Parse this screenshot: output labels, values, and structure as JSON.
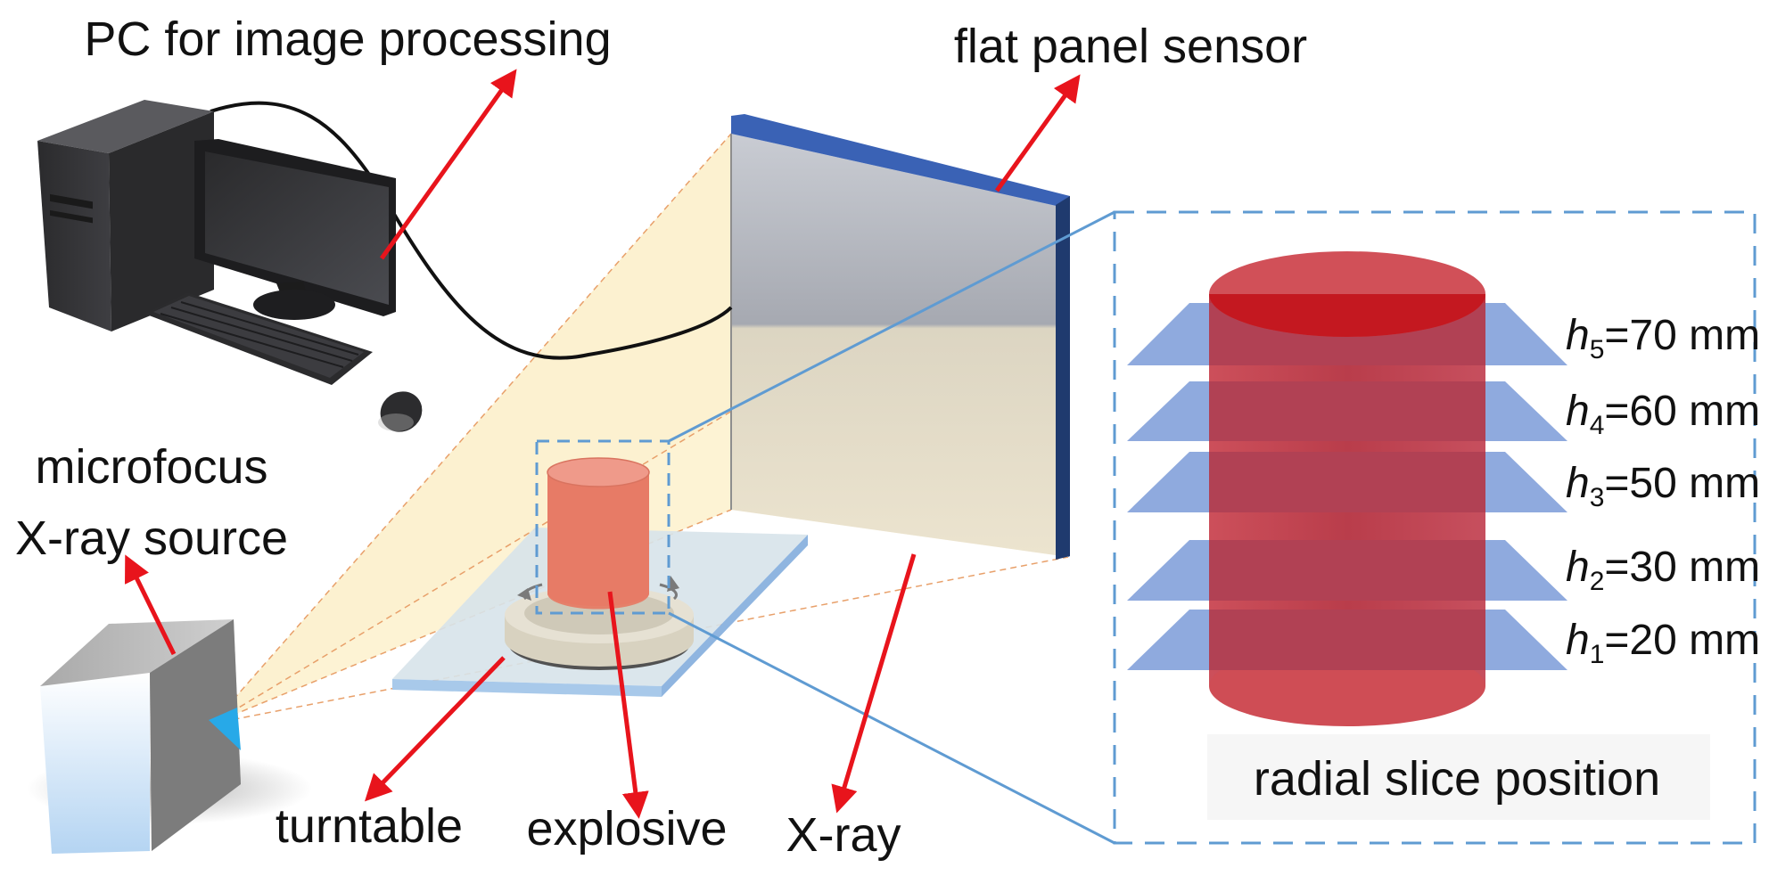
{
  "labels": {
    "pc": "PC for image processing",
    "sensor": "flat panel sensor",
    "source_line1": "microfocus",
    "source_line2": "X-ray source",
    "turntable": "turntable",
    "explosive": "explosive",
    "xray": "X-ray"
  },
  "inset": {
    "title": "radial slice position",
    "slices": [
      {
        "var": "h",
        "sub": "5",
        "rest": "=70 mm"
      },
      {
        "var": "h",
        "sub": "4",
        "rest": "=60 mm"
      },
      {
        "var": "h",
        "sub": "3",
        "rest": "=50 mm"
      },
      {
        "var": "h",
        "sub": "2",
        "rest": "=30 mm"
      },
      {
        "var": "h",
        "sub": "1",
        "rest": "=20 mm"
      }
    ]
  },
  "colors": {
    "arrow": "#e8141c",
    "sensor_edge": "#3a62b5",
    "beam": "#fcefc8",
    "explosive": "#e5806a",
    "cylinder": "#b8323f",
    "slice": "#7f9ed9",
    "inset_border": "#5f9bd2"
  }
}
